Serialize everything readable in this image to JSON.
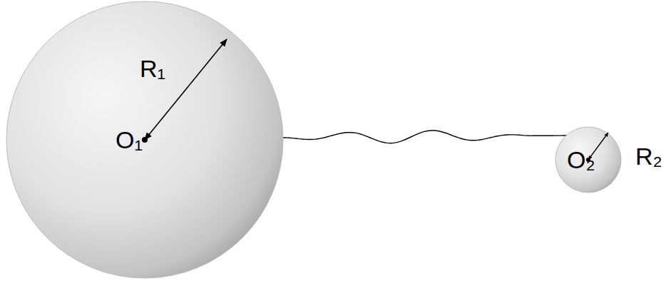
{
  "diagram": {
    "nodes": [
      {
        "text": [
          "R₁",
          "O₁"
        ]
      },
      {
        "text": [
          "O₂",
          "R₂"
        ]
      }
    ],
    "edges": [
      {
        "from": 0,
        "to": 1,
        "arrow": "none"
      }
    ]
  }
}
